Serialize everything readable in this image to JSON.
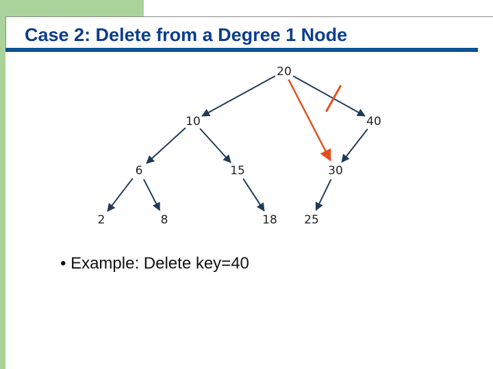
{
  "slide": {
    "title": "Case 2: Delete from a Degree 1 Node",
    "bullet_marker": "•",
    "bullet_text": "Example: Delete key=40"
  },
  "colors": {
    "accent_green": "#a9d39a",
    "title_blue": "#0b3d8f",
    "edge": "#1f3b57",
    "highlight": "#e0501e"
  },
  "tree": {
    "nodes": [
      {
        "id": "n20",
        "label": "20"
      },
      {
        "id": "n10",
        "label": "10"
      },
      {
        "id": "n40",
        "label": "40"
      },
      {
        "id": "n6",
        "label": "6"
      },
      {
        "id": "n15",
        "label": "15"
      },
      {
        "id": "n30",
        "label": "30"
      },
      {
        "id": "n2",
        "label": "2"
      },
      {
        "id": "n8",
        "label": "8"
      },
      {
        "id": "n18",
        "label": "18"
      },
      {
        "id": "n25",
        "label": "25"
      }
    ],
    "edges": [
      {
        "from": "n20",
        "to": "n10"
      },
      {
        "from": "n20",
        "to": "n40"
      },
      {
        "from": "n10",
        "to": "n6"
      },
      {
        "from": "n10",
        "to": "n15"
      },
      {
        "from": "n40",
        "to": "n30"
      },
      {
        "from": "n6",
        "to": "n2"
      },
      {
        "from": "n6",
        "to": "n8"
      },
      {
        "from": "n15",
        "to": "n18"
      },
      {
        "from": "n30",
        "to": "n25"
      }
    ],
    "new_link": {
      "from": "n20",
      "to": "n30"
    },
    "cut_edge": {
      "from": "n20",
      "to": "n40"
    }
  }
}
